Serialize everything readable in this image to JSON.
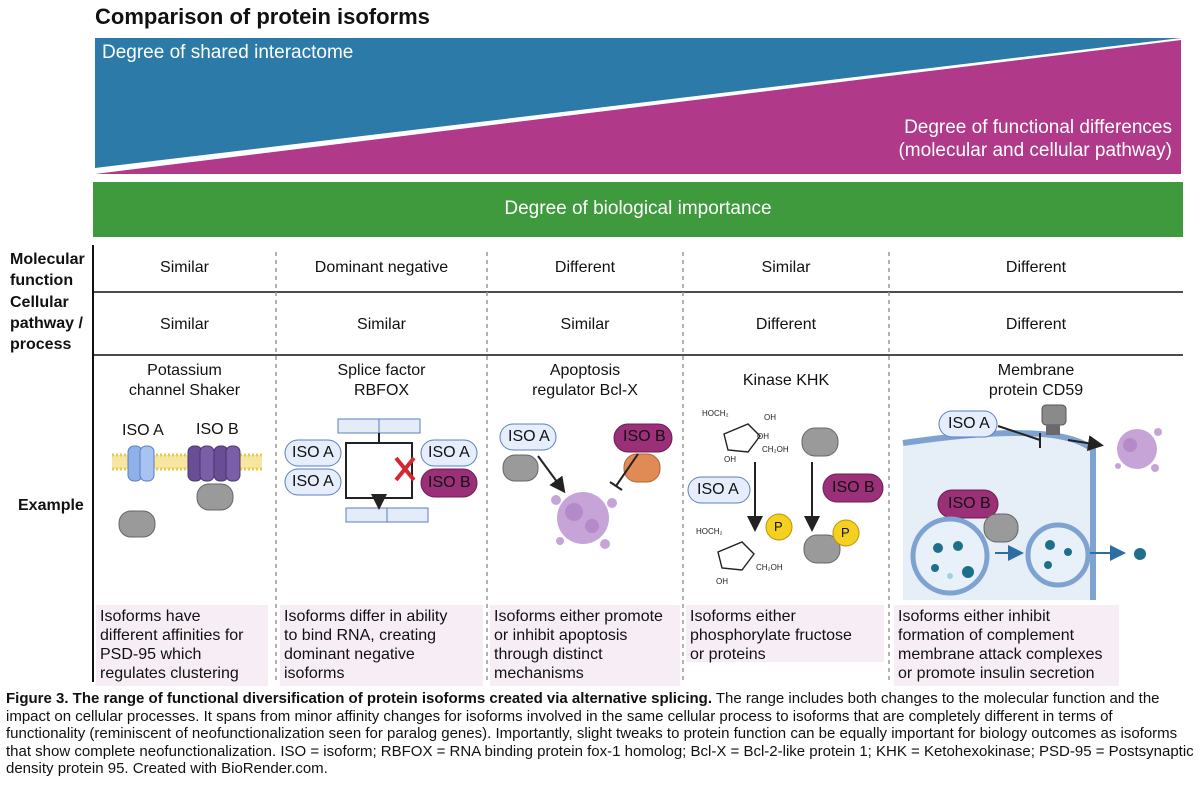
{
  "title": "Comparison of protein isoforms",
  "bands": {
    "shared": "Degree of shared interactome",
    "functional_line1": "Degree of functional differences",
    "functional_line2": "(molecular and cellular pathway)",
    "biological": "Degree of biological importance",
    "colors": {
      "shared": "#2b7aa8",
      "functional": "#b0398a",
      "biological": "#3e9a3d"
    }
  },
  "row_headers": {
    "molecular": [
      "Molecular",
      "function"
    ],
    "cellular": [
      "Cellular",
      "pathway /",
      "process"
    ],
    "example": "Example"
  },
  "columns": [
    {
      "molecular": "Similar",
      "cellular": "Similar",
      "example_title": [
        "Potassium",
        "channel Shaker"
      ],
      "labels": [
        "ISO A",
        "ISO B"
      ],
      "description": [
        "Isoforms have",
        "different affinities for",
        "PSD-95 which",
        "regulates  clustering"
      ]
    },
    {
      "molecular": "Dominant negative",
      "cellular": "Similar",
      "example_title": [
        "Splice factor",
        "RBFOX"
      ],
      "labels": [
        "ISO A",
        "ISO A",
        "ISO A",
        "ISO B"
      ],
      "description": [
        "Isoforms differ in ability",
        "to bind RNA, creating",
        "dominant negative",
        "isoforms"
      ]
    },
    {
      "molecular": "Different",
      "cellular": "Similar",
      "example_title": [
        "Apoptosis",
        "regulator Bcl-X"
      ],
      "labels": [
        "ISO A",
        "ISO B"
      ],
      "description": [
        "Isoforms either promote",
        "or inhibit apoptosis",
        "through distinct",
        "mechanisms"
      ]
    },
    {
      "molecular": "Similar",
      "cellular": "Different",
      "example_title": [
        "Kinase KHK"
      ],
      "labels": [
        "ISO A",
        "ISO B",
        "P",
        "P"
      ],
      "chem": [
        "HOCH₂",
        "OH",
        "OH",
        "CH₂OH",
        "OH"
      ],
      "description": [
        "Isoforms either",
        "phosphorylate fructose",
        "or proteins"
      ]
    },
    {
      "molecular": "Different",
      "cellular": "Different",
      "example_title": [
        "Membrane",
        "protein CD59"
      ],
      "labels": [
        "ISO A",
        "ISO B"
      ],
      "description": [
        "Isoforms either inhibit",
        "formation of complement",
        "membrane attack complexes",
        "or promote insulin secretion"
      ]
    }
  ],
  "caption": {
    "bold": "Figure 3. The range of functional diversification of protein isoforms created via alternative splicing.",
    "text": " The range includes both changes to the molecular function and the impact on cellular processes. It spans from minor affinity changes for isoforms involved in the same cellular process to isoforms that are completely different in terms of functionality (reminiscent of neofunctionalization seen for paralog genes). Importantly, slight tweaks to protein function can be equally important for biology outcomes as isoforms that show complete neofunctionalization. ISO = isoform; RBFOX = RNA binding protein fox-1 homolog; Bcl-X = Bcl-2-like protein 1; KHK = Ketohexokinase; PSD-95 = Postsynaptic density protein 95. Created with BioRender.com."
  }
}
